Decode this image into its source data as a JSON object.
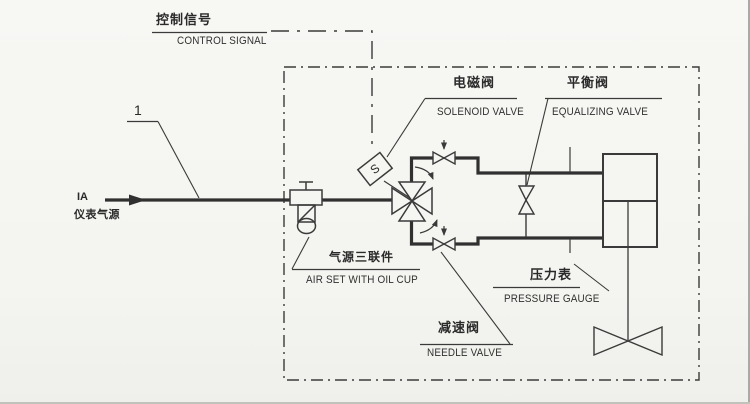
{
  "colors": {
    "line": "#3a3a3a",
    "pipe": "#303030",
    "text": "#262626",
    "background": "#f5f5f1"
  },
  "labels": {
    "control_signal": {
      "zh": "控制信号",
      "en": "CONTROL SIGNAL"
    },
    "solenoid_valve": {
      "zh": "电磁阀",
      "en": "SOLENOID VALVE"
    },
    "equalizing_valve": {
      "zh": "平衡阀",
      "en": "EQUALIZING VALVE"
    },
    "air_set": {
      "zh": "气源三联件",
      "en": "AIR SET WITH OIL CUP"
    },
    "pressure_gauge": {
      "zh": "压力表",
      "en": "PRESSURE GAUGE"
    },
    "needle_valve": {
      "zh": "减速阀",
      "en": "NEEDLE VALVE"
    },
    "air_supply": {
      "code": "IA",
      "zh": "仪表气源"
    },
    "callout": {
      "number": "1"
    },
    "solenoid_symbol": {
      "letter": "S"
    }
  }
}
